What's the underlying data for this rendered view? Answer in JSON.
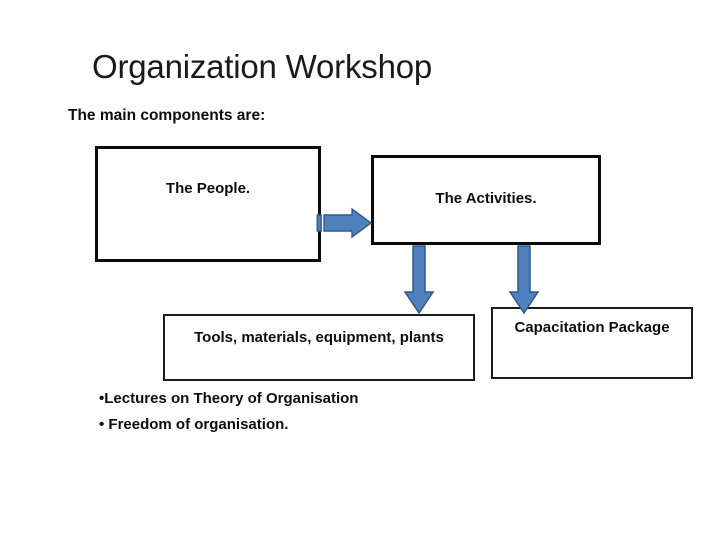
{
  "slide": {
    "title": "Organization Workshop",
    "subtitle": "The main components are:",
    "background_color": "#ffffff",
    "text_color": "#0d0d0d"
  },
  "boxes": [
    {
      "id": "people",
      "label": "The People.",
      "border_color": "#0a0a0a",
      "fill": "#ffffff"
    },
    {
      "id": "activities",
      "label": "The Activities.",
      "border_color": "#0a0a0a",
      "fill": "#ffffff"
    },
    {
      "id": "tools",
      "label": "Tools, materials, equipment, plants",
      "border_color": "#1c1c1c",
      "fill": "#ffffff"
    },
    {
      "id": "capacitation",
      "label": "Capacitation Package",
      "border_color": "#1c1c1c",
      "fill": "#ffffff"
    }
  ],
  "arrows": [
    {
      "id": "people-to-activities",
      "direction": "right",
      "fill": "#4f81bd",
      "stroke": "#2e5c8a"
    },
    {
      "id": "activities-to-tools",
      "direction": "down",
      "fill": "#4f81bd",
      "stroke": "#2e5c8a"
    },
    {
      "id": "activities-to-package",
      "direction": "down",
      "fill": "#4f81bd",
      "stroke": "#2e5c8a"
    }
  ],
  "bullets": [
    "•Lectures on Theory of Organisation",
    "• Freedom of organisation."
  ]
}
